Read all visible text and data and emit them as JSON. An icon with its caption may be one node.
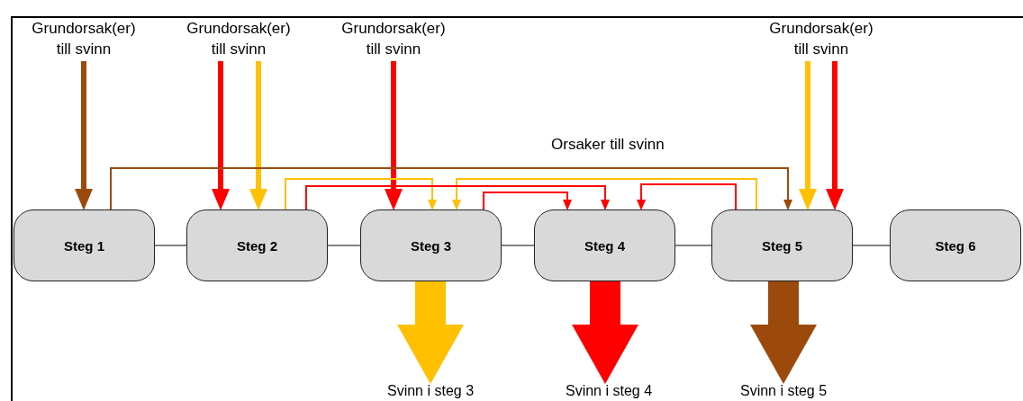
{
  "diagram": {
    "nodes": [
      {
        "text": [
          "Grundorsak(er) till svinn"
        ]
      },
      {
        "text": [
          "Grundorsak(er) till svinn"
        ]
      },
      {
        "text": [
          "Grundorsak(er) till svinn"
        ]
      },
      {
        "text": [
          "Grundorsak(er) till svinn"
        ]
      },
      {
        "text": [
          "Steg 1"
        ]
      },
      {
        "text": [
          "Steg 2"
        ]
      },
      {
        "text": [
          "Steg 3"
        ]
      },
      {
        "text": [
          "Steg 4"
        ]
      },
      {
        "text": [
          "Steg 5"
        ]
      },
      {
        "text": [
          "Steg 6"
        ]
      },
      {
        "text": [
          "Svinn i steg 3"
        ]
      },
      {
        "text": [
          "Svinn i steg 4"
        ]
      },
      {
        "text": [
          "Svinn i steg 5"
        ]
      }
    ],
    "edges": [
      {
        "from": 0,
        "to": 4,
        "arrow": "to",
        "style": "thick",
        "color": "#9c4a0c"
      },
      {
        "from": 1,
        "to": 5,
        "arrow": "to",
        "style": "thick",
        "color": "#ff0000"
      },
      {
        "from": 1,
        "to": 5,
        "arrow": "to",
        "style": "thick",
        "color": "#ffc000"
      },
      {
        "from": 2,
        "to": 6,
        "arrow": "to",
        "style": "thick",
        "color": "#ff0000"
      },
      {
        "from": 3,
        "to": 8,
        "arrow": "to",
        "style": "thick",
        "color": "#ffc000"
      },
      {
        "from": 3,
        "to": 8,
        "arrow": "to",
        "style": "thick",
        "color": "#ff0000"
      },
      {
        "from": 4,
        "to": 8,
        "arrow": "to",
        "color": "#9c4a0c"
      },
      {
        "from": 5,
        "to": 6,
        "arrow": "to",
        "color": "#ffc000"
      },
      {
        "from": 8,
        "to": 6,
        "arrow": "to",
        "color": "#ffc000"
      },
      {
        "from": 5,
        "to": 7,
        "arrow": "to",
        "color": "#ff0000"
      },
      {
        "from": 6,
        "to": 7,
        "arrow": "to",
        "color": "#ff0000"
      },
      {
        "from": 8,
        "to": 7,
        "arrow": "to",
        "color": "#ff0000"
      },
      {
        "from": 4,
        "to": 5,
        "arrow": "none",
        "color": "#595959"
      },
      {
        "from": 5,
        "to": 6,
        "arrow": "none",
        "color": "#595959"
      },
      {
        "from": 6,
        "to": 7,
        "arrow": "none",
        "color": "#595959"
      },
      {
        "from": 7,
        "to": 8,
        "arrow": "none",
        "color": "#595959"
      },
      {
        "from": 8,
        "to": 9,
        "arrow": "none",
        "color": "#595959"
      },
      {
        "from": 6,
        "to": 10,
        "arrow": "to",
        "style": "thick",
        "color": "#ffc000"
      },
      {
        "from": 7,
        "to": 11,
        "arrow": "to",
        "style": "thick",
        "color": "#ff0000"
      },
      {
        "from": 8,
        "to": 12,
        "arrow": "to",
        "style": "thick",
        "color": "#9c4a0c"
      }
    ],
    "labels": [
      "Orsaker till svinn"
    ]
  }
}
